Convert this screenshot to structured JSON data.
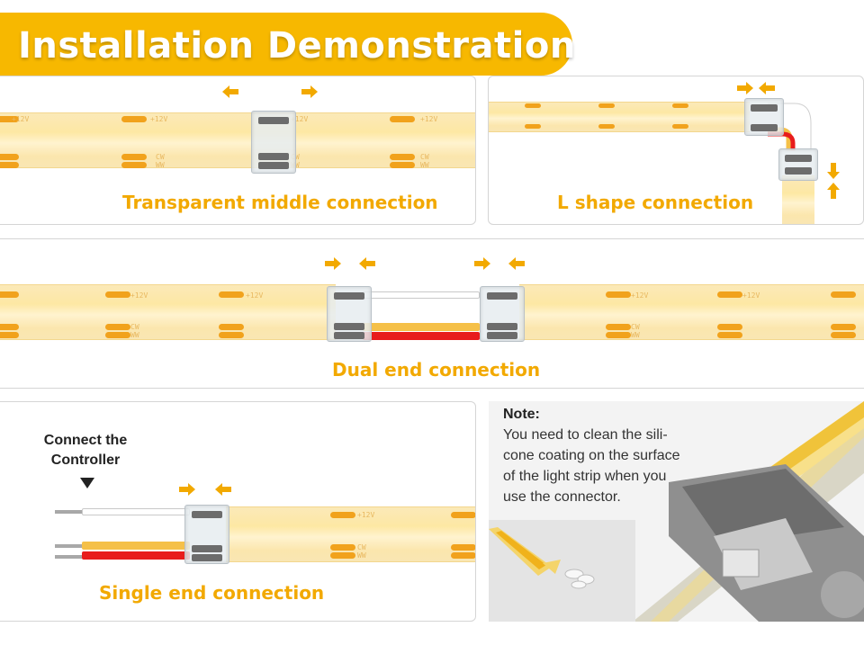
{
  "header": {
    "title": "Installation Demonstration",
    "accent_color": "#f7b800"
  },
  "panels": {
    "middle": {
      "label": "Transparent middle connection"
    },
    "lshape": {
      "label": "L shape connection"
    },
    "dual": {
      "label": "Dual end connection"
    },
    "single": {
      "label": "Single end connection",
      "controller_line1": "Connect the",
      "controller_line2": "Controller"
    },
    "note": {
      "title": "Note:",
      "lines": [
        "You need to clean the sili-",
        "cone coating on the surface",
        "of the light strip when you",
        "use the connector."
      ]
    }
  },
  "strip_marks": {
    "v12": "+12V",
    "cw": "CW",
    "ww": "WW"
  },
  "colors": {
    "label": "#f2a900",
    "pad": "#f1a21c",
    "red_wire": "#e81c1c",
    "yellow_wire": "#f5c048"
  },
  "icons": [
    "arrow-left-icon",
    "arrow-right-icon",
    "arrow-up-icon",
    "arrow-down-icon",
    "down-triangle-icon"
  ]
}
